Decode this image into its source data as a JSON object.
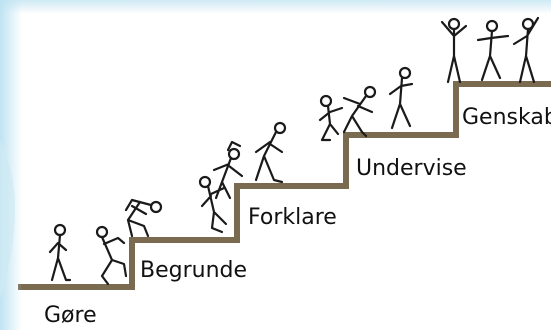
{
  "colors": {
    "background": "#dbeef6",
    "panel": "#ffffff",
    "stairs": "#7a6a4f",
    "ink": "#1a1a1a"
  },
  "steps": [
    {
      "label": "Gøre"
    },
    {
      "label": "Begrunde"
    },
    {
      "label": "Forklare"
    },
    {
      "label": "Undervise"
    },
    {
      "label": "Genskabe"
    }
  ]
}
